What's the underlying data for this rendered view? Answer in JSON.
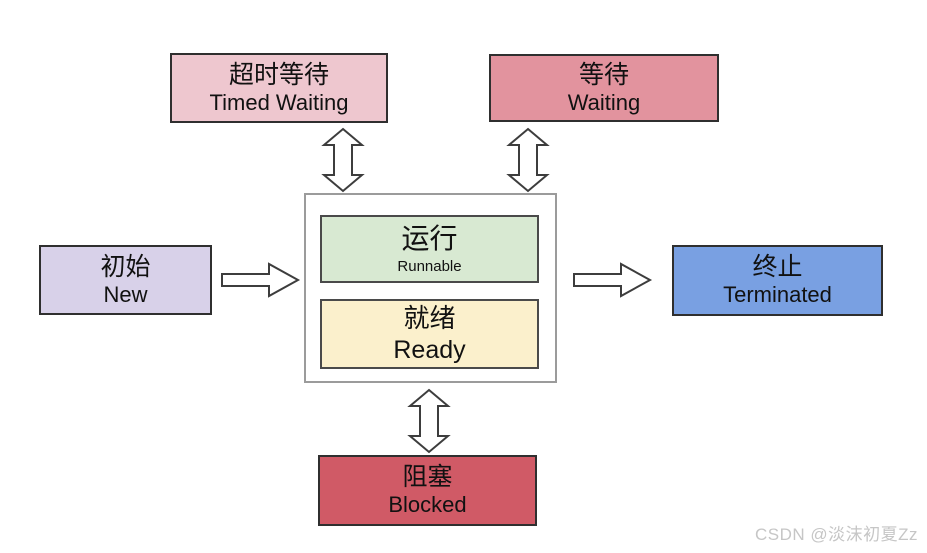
{
  "diagram": {
    "description": "Thread state transition diagram",
    "nodes": {
      "timed_waiting": {
        "zh": "超时等待",
        "en": "Timed Waiting",
        "bg": "#eec7cf"
      },
      "waiting": {
        "zh": "等待",
        "en": "Waiting",
        "bg": "#e2939e"
      },
      "new": {
        "zh": "初始",
        "en": "New",
        "bg": "#d8d1e9"
      },
      "runnable": {
        "zh": "运行",
        "en": "Runnable",
        "bg": "#d8e9d2"
      },
      "ready": {
        "zh": "就绪",
        "en": "Ready",
        "bg": "#fbf0cc"
      },
      "terminated": {
        "zh": "终止",
        "en": "Terminated",
        "bg": "#79a0e2"
      },
      "blocked": {
        "zh": "阻塞",
        "en": "Blocked",
        "bg": "#d05a66"
      }
    },
    "colors": {
      "frame_border": "#9b9b9b",
      "node_border": "#2f2f2f",
      "arrow_stroke": "#3d3d3d",
      "watermark_text": "#c6c6c6"
    },
    "watermark": "CSDN @淡沫初夏Zz"
  }
}
